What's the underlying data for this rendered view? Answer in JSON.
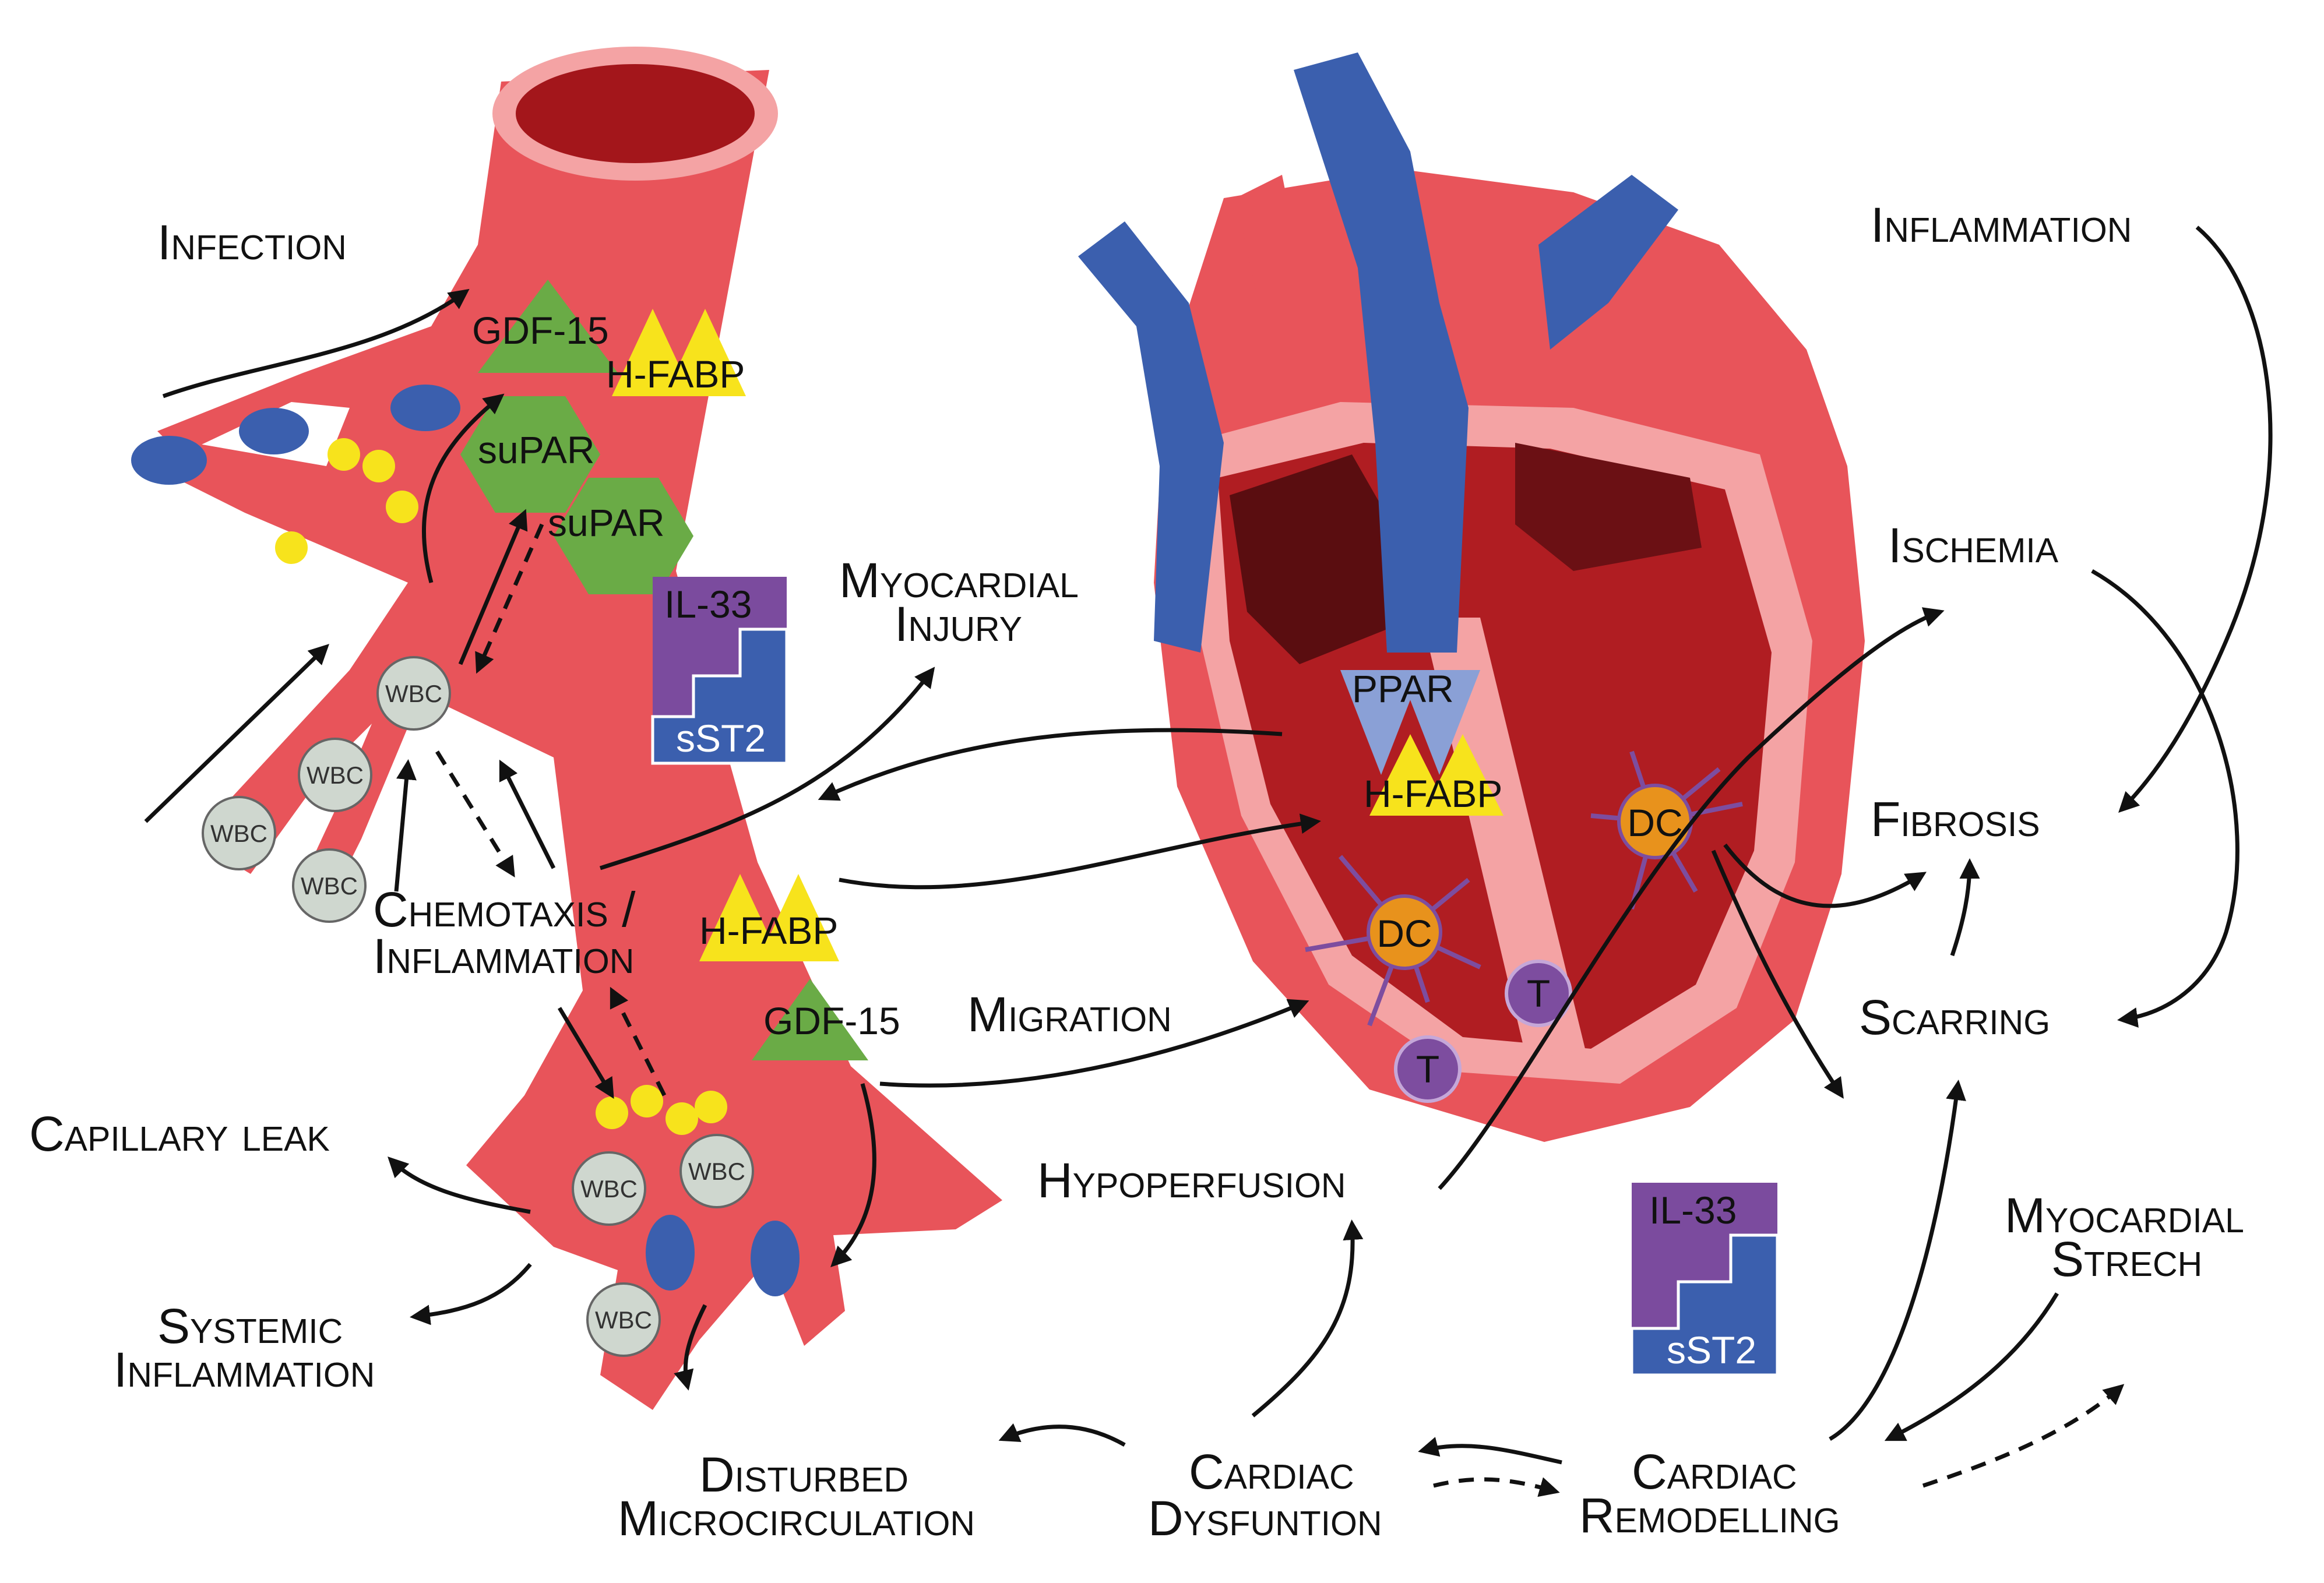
{
  "labels": {
    "infection": "Infection",
    "myocardial_injury": [
      "Myocardial",
      "Injury"
    ],
    "chemotaxis": [
      "Chemotaxis /",
      "Inflammation"
    ],
    "migration": "Migration",
    "capillary_leak": "Capillary leak",
    "systemic_inflammation": [
      "Systemic",
      "Inflammation"
    ],
    "disturbed_microcirculation": [
      "Disturbed",
      "Microcirculation"
    ],
    "hypoperfusion": "Hypoperfusion",
    "cardiac_dysfunction": [
      "Cardiac",
      "Dysfuntion"
    ],
    "cardiac_remodelling": [
      "Cardiac",
      "Remodelling"
    ],
    "myocardial_stretch": [
      "Myocardial",
      "Strech"
    ],
    "inflammation": "Inflammation",
    "ischemia": "Ischemia",
    "fibrosis": "Fibrosis",
    "scarring": "Scarring"
  },
  "markers": {
    "gdf15": "GDF-15",
    "hfabp": "H-FABP",
    "supar": "suPAR",
    "il33": "IL-33",
    "sst2": "sST2",
    "ppar": "PPAR"
  },
  "cells": {
    "wbc": "WBC",
    "dc": "DC",
    "t_cell": "T"
  },
  "colors": {
    "vessel": "#e8545a",
    "vessel_light": "#f4a3a4",
    "lumen": "#a3161b",
    "vein_blue": "#3b5fae",
    "gdf15_green": "#6aab46",
    "hfabp_yellow": "#f7e31c",
    "il33_purple": "#7b4b9e",
    "sst2_blue": "#3b5fae",
    "ppar_lilac": "#8aa0d6",
    "dc_orange": "#e8921c",
    "t_purple": "#7d4d9f",
    "wbc_gray": "#cfd7cf"
  }
}
